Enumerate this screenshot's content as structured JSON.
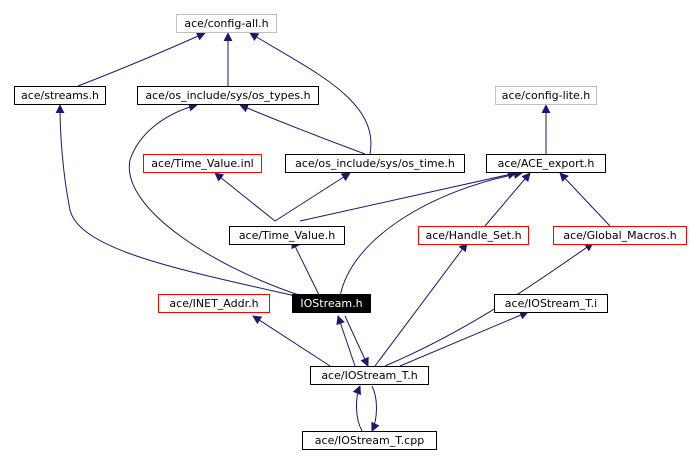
{
  "colors": {
    "edge": "#191970",
    "border_default": "#000000",
    "border_undocumented": "#bfbfbf",
    "border_truncated": "#ff0000",
    "focus_fill": "#000000",
    "focus_text": "#ffffff"
  },
  "nodes": {
    "config_all": {
      "label": "ace/config-all.h",
      "style": "gray"
    },
    "streams": {
      "label": "ace/streams.h",
      "style": "black"
    },
    "os_types": {
      "label": "ace/os_include/sys/os_types.h",
      "style": "black"
    },
    "config_lite": {
      "label": "ace/config-lite.h",
      "style": "gray"
    },
    "time_value_inl": {
      "label": "ace/Time_Value.inl",
      "style": "red"
    },
    "os_time": {
      "label": "ace/os_include/sys/os_time.h",
      "style": "black"
    },
    "ace_export": {
      "label": "ace/ACE_export.h",
      "style": "black"
    },
    "time_value": {
      "label": "ace/Time_Value.h",
      "style": "black"
    },
    "handle_set": {
      "label": "ace/Handle_Set.h",
      "style": "red"
    },
    "global_macros": {
      "label": "ace/Global_Macros.h",
      "style": "red"
    },
    "inet_addr": {
      "label": "ace/INET_Addr.h",
      "style": "red"
    },
    "iostream": {
      "label": "IOStream.h",
      "style": "focus"
    },
    "iostream_t_i": {
      "label": "ace/IOStream_T.i",
      "style": "black"
    },
    "iostream_t_h": {
      "label": "ace/IOStream_T.h",
      "style": "black"
    },
    "iostream_t_cpp": {
      "label": "ace/IOStream_T.cpp",
      "style": "black"
    }
  }
}
